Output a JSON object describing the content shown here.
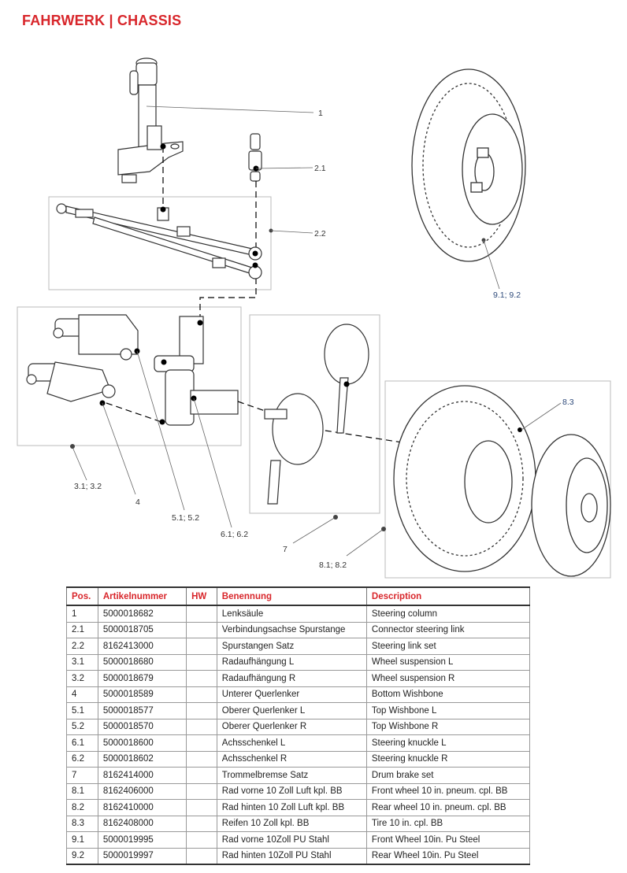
{
  "header": {
    "title": "FAHRWERK | CHASSIS"
  },
  "callouts": {
    "c1": "1",
    "c21": "2.1",
    "c22": "2.2",
    "c31": "3.1; 3.2",
    "c4": "4",
    "c51": "5.1; 5.2",
    "c61": "6.1; 6.2",
    "c7": "7",
    "c81": "8.1; 8.2",
    "c83": "8.3",
    "c91": "9.1; 9.2"
  },
  "table": {
    "headers": [
      "Pos.",
      "Artikelnummer",
      "HW",
      "Benennung",
      "Description"
    ],
    "rows": [
      [
        "1",
        "5000018682",
        "",
        "Lenksäule",
        "Steering column"
      ],
      [
        "2.1",
        "5000018705",
        "",
        "Verbindungsachse Spurstange",
        "Connector steering link"
      ],
      [
        "2.2",
        "8162413000",
        "",
        "Spurstangen Satz",
        "Steering link set"
      ],
      [
        "3.1",
        "5000018680",
        "",
        "Radaufhängung L",
        "Wheel suspension L"
      ],
      [
        "3.2",
        "5000018679",
        "",
        "Radaufhängung R",
        "Wheel suspension R"
      ],
      [
        "4",
        "5000018589",
        "",
        "Unterer Querlenker",
        "Bottom Wishbone"
      ],
      [
        "5.1",
        "5000018577",
        "",
        "Oberer Querlenker L",
        "Top Wishbone L"
      ],
      [
        "5.2",
        "5000018570",
        "",
        "Oberer Querlenker R",
        "Top Wishbone R"
      ],
      [
        "6.1",
        "5000018600",
        "",
        "Achsschenkel L",
        "Steering knuckle L"
      ],
      [
        "6.2",
        "5000018602",
        "",
        "Achsschenkel R",
        "Steering knuckle R"
      ],
      [
        "7",
        "8162414000",
        "",
        "Trommelbremse Satz",
        "Drum brake set"
      ],
      [
        "8.1",
        "8162406000",
        "",
        "Rad vorne 10 Zoll Luft kpl. BB",
        "Front wheel 10 in. pneum. cpl. BB"
      ],
      [
        "8.2",
        "8162410000",
        "",
        "Rad hinten 10 Zoll Luft kpl. BB",
        "Rear wheel 10 in. pneum. cpl. BB"
      ],
      [
        "8.3",
        "8162408000",
        "",
        "Reifen 10 Zoll kpl. BB",
        "Tire 10 in. cpl. BB"
      ],
      [
        "9.1",
        "5000019995",
        "",
        "Rad vorne 10Zoll PU Stahl",
        "Front Wheel 10in. Pu Steel"
      ],
      [
        "9.2",
        "5000019997",
        "",
        "Rad hinten 10Zoll PU Stahl",
        "Rear Wheel 10in. Pu Steel"
      ]
    ]
  }
}
